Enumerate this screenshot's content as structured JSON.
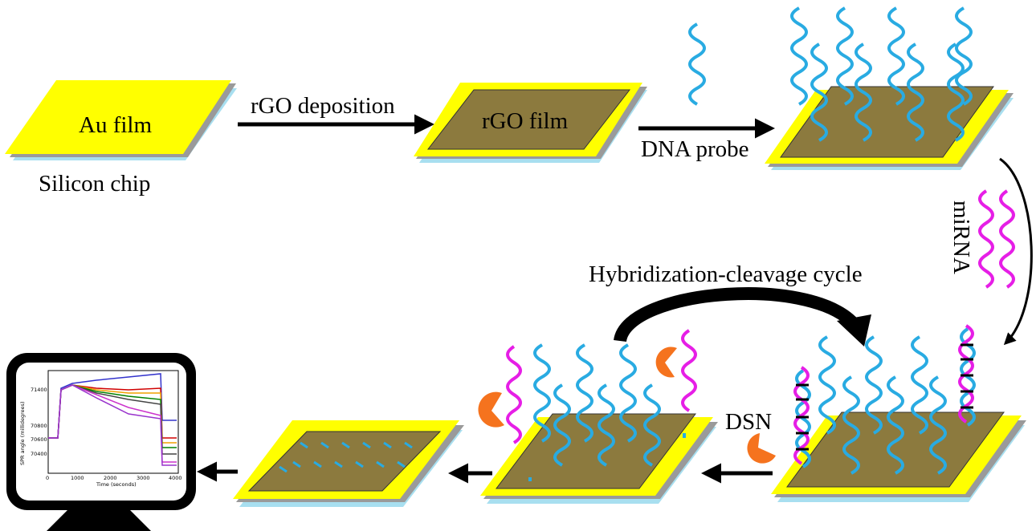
{
  "labels": {
    "au_film": "Au film",
    "silicon_chip": "Silicon chip",
    "rgo_deposition": "rGO deposition",
    "rgo_film": "rGO film",
    "dna_probe": "DNA probe",
    "mirna": "miRNA",
    "hybridization_cycle": "Hybridization-cleavage cycle",
    "dsn": "DSN"
  },
  "colors": {
    "gold": "#ffff00",
    "rgo": "#8c7a3e",
    "silicon": "#a8dff0",
    "silicon_shadow": "#9a9a9a",
    "dna_probe": "#29abe2",
    "mirna": "#e61ee6",
    "dsn_enzyme": "#f5731e",
    "arrow": "#000000"
  },
  "monitor": {
    "ylabel": "SPR angle (millidegrees)",
    "xlabel": "Time (seconds)",
    "x_ticks": [
      "0",
      "1000",
      "2000",
      "3000",
      "4000"
    ],
    "y_ticks": [
      "71400",
      "70800",
      "70600",
      "70400"
    ]
  }
}
